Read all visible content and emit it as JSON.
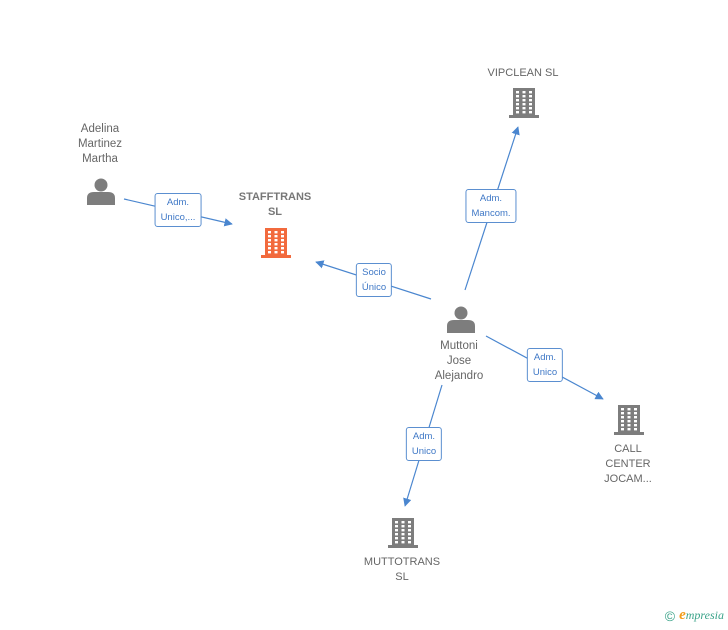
{
  "colors": {
    "edge": "#4a86cf",
    "person": "#7d7d7d",
    "company": "#7d7d7d",
    "focus": "#f26a3d"
  },
  "nodes": {
    "adelina": {
      "type": "person",
      "label": "Adelina\nMartinez\nMartha"
    },
    "stafftrans": {
      "type": "company-focus",
      "label": "STAFFTRANS\nSL"
    },
    "vipclean": {
      "type": "company",
      "label": "VIPCLEAN SL"
    },
    "muttoni": {
      "type": "person",
      "label": "Muttoni\nJose\nAlejandro"
    },
    "callcenter": {
      "type": "company",
      "label": "CALL\nCENTER\nJOCAM..."
    },
    "muttotrans": {
      "type": "company",
      "label": "MUTTOTRANS\nSL"
    }
  },
  "edges": [
    {
      "from": "adelina",
      "to": "stafftrans",
      "label": "Adm.\nUnico,..."
    },
    {
      "from": "muttoni",
      "to": "stafftrans",
      "label": "Socio\nÚnico"
    },
    {
      "from": "muttoni",
      "to": "vipclean",
      "label": "Adm.\nMancom."
    },
    {
      "from": "muttoni",
      "to": "callcenter",
      "label": "Adm.\nUnico"
    },
    {
      "from": "muttoni",
      "to": "muttotrans",
      "label": "Adm.\nUnico"
    }
  ],
  "footer": {
    "copyright": "©",
    "brand_initial": "e",
    "brand_rest": "mpresia"
  }
}
